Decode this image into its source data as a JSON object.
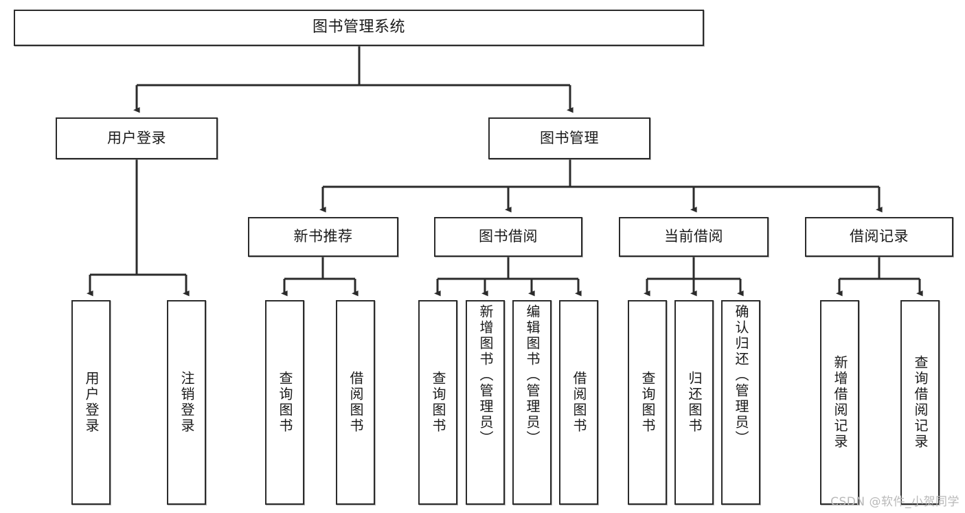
{
  "diagram": {
    "type": "tree-functional-structure",
    "title": "图书管理系统",
    "stroke_color": "#2b2b2b",
    "background_color": "#ffffff",
    "text_color": "#1a1a1a"
  },
  "nodes": {
    "root": {
      "label": "图书管理系统",
      "level": 0
    },
    "level1": [
      {
        "id": "user-login",
        "label": "用户登录"
      },
      {
        "id": "book-management",
        "label": "图书管理"
      }
    ],
    "level2": [
      {
        "id": "new-book-recommend",
        "label": "新书推荐"
      },
      {
        "id": "book-borrow",
        "label": "图书借阅"
      },
      {
        "id": "current-borrow",
        "label": "当前借阅"
      },
      {
        "id": "borrow-record",
        "label": "借阅记录"
      }
    ],
    "leaves": [
      {
        "id": "leaf-user-login",
        "label": "用户登录",
        "parent": "user-login"
      },
      {
        "id": "leaf-logout-login",
        "label": "注销登录",
        "parent": "user-login"
      },
      {
        "id": "leaf-query-book-1",
        "label": "查询图书",
        "parent": "new-book-recommend"
      },
      {
        "id": "leaf-borrow-book-1",
        "label": "借阅图书",
        "parent": "new-book-recommend"
      },
      {
        "id": "leaf-query-book-2",
        "label": "查询图书",
        "parent": "book-borrow"
      },
      {
        "id": "leaf-add-book",
        "label": "新增图书（管理员）",
        "parent": "book-borrow"
      },
      {
        "id": "leaf-edit-book",
        "label": "编辑图书（管理员）",
        "parent": "book-borrow"
      },
      {
        "id": "leaf-borrow-book-2",
        "label": "借阅图书",
        "parent": "book-borrow"
      },
      {
        "id": "leaf-query-book-3",
        "label": "查询图书",
        "parent": "current-borrow"
      },
      {
        "id": "leaf-return-book",
        "label": "归还图书",
        "parent": "current-borrow"
      },
      {
        "id": "leaf-confirm-return",
        "label": "确认归还（管理员）",
        "parent": "current-borrow"
      },
      {
        "id": "leaf-add-record",
        "label": "新增借阅记录",
        "parent": "borrow-record"
      },
      {
        "id": "leaf-query-record",
        "label": "查询借阅记录",
        "parent": "borrow-record"
      }
    ]
  },
  "watermark": {
    "text": "CSDN @软件_小贺同学"
  }
}
